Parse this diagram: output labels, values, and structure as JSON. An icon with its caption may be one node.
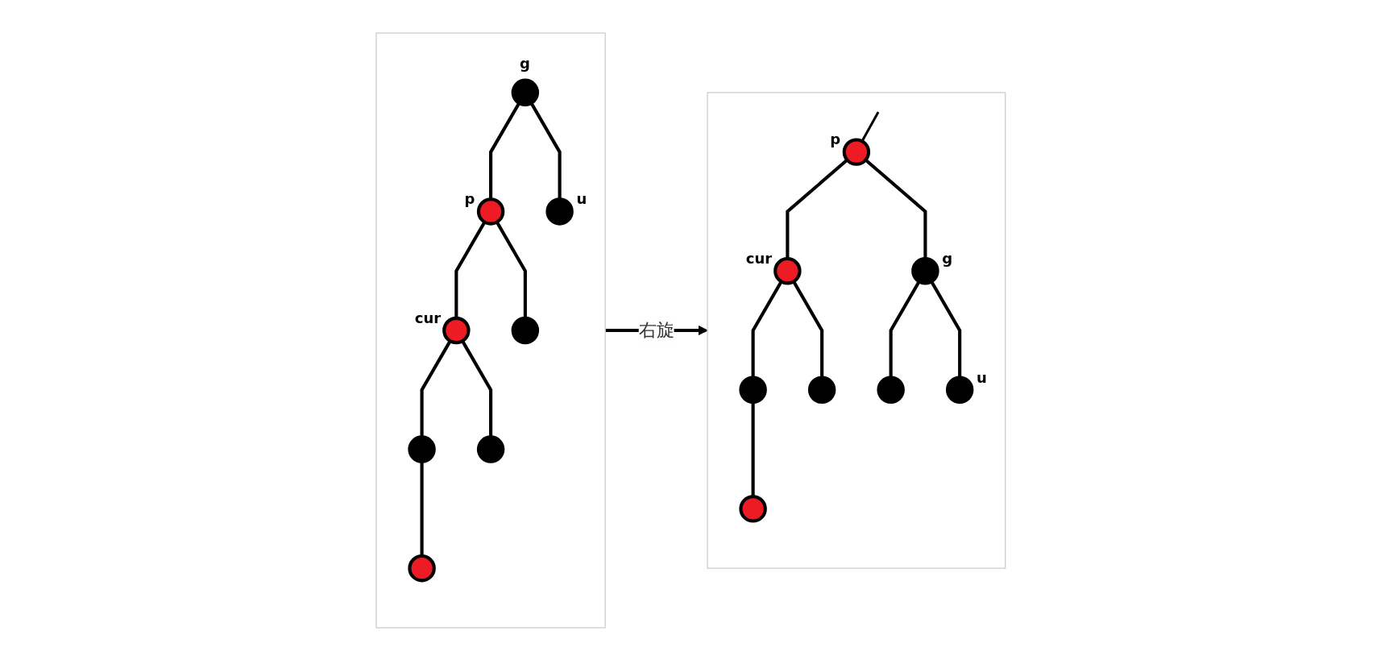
{
  "diagram": {
    "nodes": [
      {
        "text": [],
        "shape": "box"
      },
      {
        "text": [],
        "shape": "circle",
        "beside": [
          "g"
        ],
        "in": 0
      },
      {
        "text": [],
        "shape": "circle",
        "beside": [
          "p"
        ],
        "in": 0
      },
      {
        "text": [],
        "shape": "circle",
        "beside": [
          "u"
        ],
        "in": 0
      },
      {
        "text": [],
        "shape": "circle",
        "beside": [
          "cur"
        ],
        "in": 0
      },
      {
        "text": [],
        "shape": "circle",
        "in": 0
      },
      {
        "text": [],
        "shape": "circle",
        "in": 0
      },
      {
        "text": [],
        "shape": "circle",
        "in": 0
      },
      {
        "text": [],
        "shape": "circle",
        "in": 0
      },
      {
        "text": [],
        "shape": "box"
      },
      {
        "text": [],
        "shape": "circle",
        "beside": [
          "p"
        ],
        "in": 9
      },
      {
        "text": [],
        "shape": "circle",
        "beside": [
          "cur"
        ],
        "in": 9
      },
      {
        "text": [],
        "shape": "circle",
        "beside": [
          "g"
        ],
        "in": 9
      },
      {
        "text": [],
        "shape": "circle",
        "in": 9
      },
      {
        "text": [],
        "shape": "circle",
        "in": 9
      },
      {
        "text": [],
        "shape": "circle",
        "in": 9
      },
      {
        "text": [],
        "shape": "circle",
        "beside": [
          "u"
        ],
        "in": 9
      },
      {
        "text": [],
        "shape": "circle",
        "in": 9
      }
    ],
    "edges": [
      {
        "from": 1,
        "to": 2,
        "arrow": "none"
      },
      {
        "from": 1,
        "to": 3,
        "arrow": "none"
      },
      {
        "from": 2,
        "to": 4,
        "arrow": "none"
      },
      {
        "from": 2,
        "to": 5,
        "arrow": "none"
      },
      {
        "from": 4,
        "to": 6,
        "arrow": "none"
      },
      {
        "from": 4,
        "to": 7,
        "arrow": "none"
      },
      {
        "from": 6,
        "to": 8,
        "arrow": "none"
      },
      {
        "from": 0,
        "to": 9,
        "arrow": "to",
        "label": "右旋"
      },
      {
        "from": null,
        "to": 10,
        "arrow": "none"
      },
      {
        "from": 10,
        "to": 11,
        "arrow": "none"
      },
      {
        "from": 10,
        "to": 12,
        "arrow": "none"
      },
      {
        "from": 11,
        "to": 13,
        "arrow": "none"
      },
      {
        "from": 11,
        "to": 14,
        "arrow": "none"
      },
      {
        "from": 12,
        "to": 15,
        "arrow": "none"
      },
      {
        "from": 12,
        "to": 16,
        "arrow": "none"
      },
      {
        "from": 13,
        "to": 17,
        "arrow": "none"
      }
    ]
  }
}
